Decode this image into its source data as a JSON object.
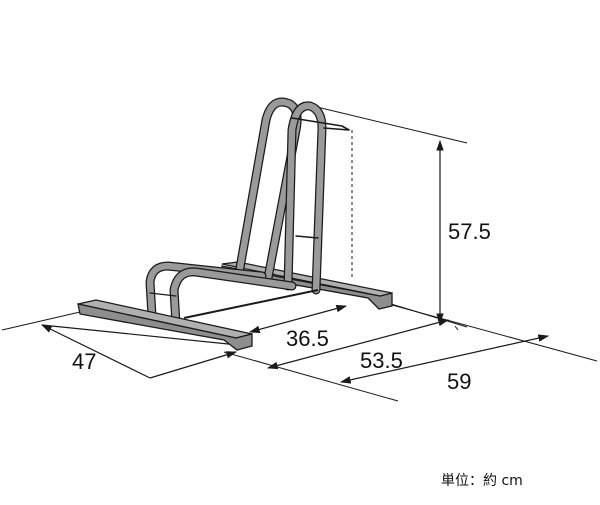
{
  "dimensions": {
    "height": "57.5",
    "width": "36.5",
    "depth_inner": "53.5",
    "depth_outer": "59",
    "left_width": "47"
  },
  "unit_note": "単位：約 cm",
  "colors": {
    "line": "#1a1a1a",
    "frame_fill": "#9a9a9a",
    "base_fill": "#8e8e8e",
    "text": "#111111"
  }
}
